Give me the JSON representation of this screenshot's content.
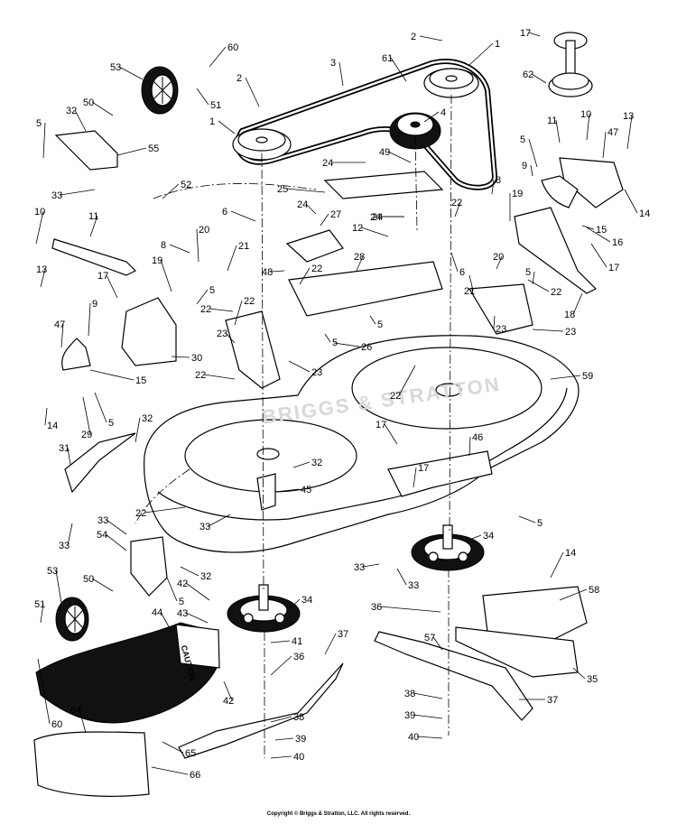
{
  "watermark": "BRIGGS & STRATTON",
  "caution_label": "CAUTION",
  "copyright": "Copyright © Briggs & Stratton, LLC. All rights reserved.",
  "callout_labels": [
    "1",
    "2",
    "3",
    "4",
    "5",
    "6",
    "8",
    "9",
    "10",
    "11",
    "12",
    "13",
    "14",
    "15",
    "16",
    "17",
    "18",
    "19",
    "20",
    "21",
    "22",
    "23",
    "24",
    "25",
    "26",
    "27",
    "28",
    "29",
    "30",
    "31",
    "32",
    "33",
    "34",
    "35",
    "36",
    "37",
    "38",
    "39",
    "40",
    "41",
    "42",
    "43",
    "44",
    "45",
    "46",
    "47",
    "48",
    "49",
    "50",
    "51",
    "52",
    "53",
    "54",
    "55",
    "57",
    "58",
    "59",
    "60",
    "61",
    "62",
    "64",
    "65",
    "66"
  ]
}
